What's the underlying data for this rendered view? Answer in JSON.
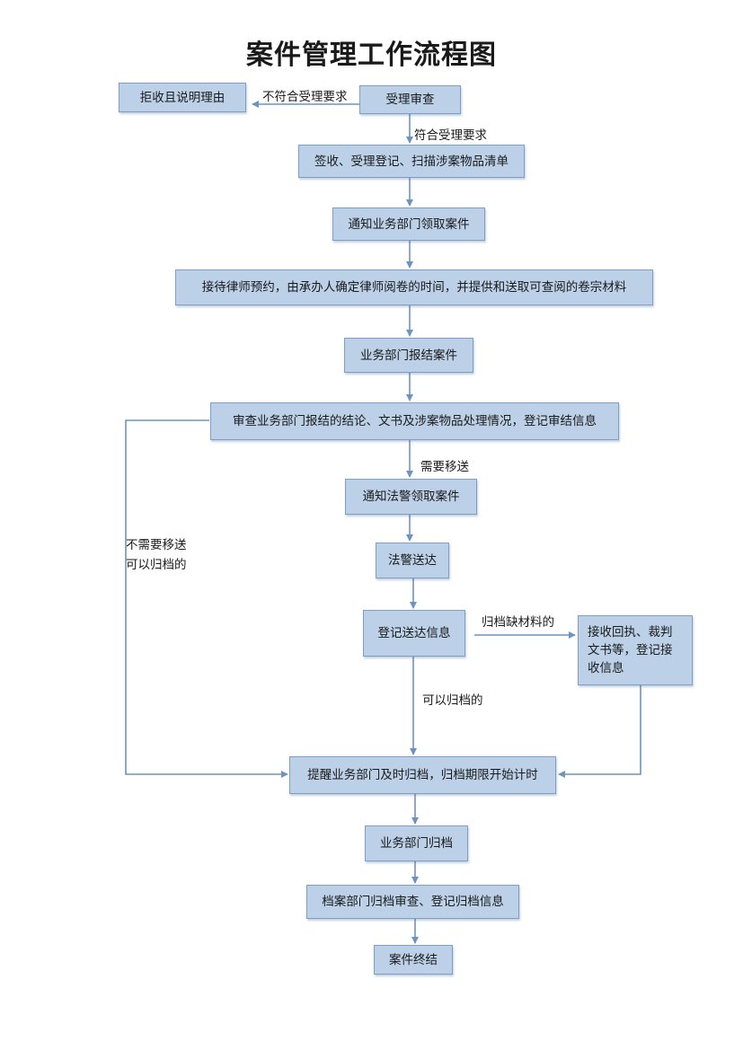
{
  "title": "案件管理工作流程图",
  "nodes": {
    "reject": "拒收且说明理由",
    "accept_review": "受理审查",
    "sign_register": "签收、受理登记、扫描涉案物品清单",
    "notify_dept": "通知业务部门领取案件",
    "lawyer_reception": "接待律师预约，由承办人确定律师阅卷的时间，并提供和送取可查阅的卷宗材料",
    "dept_report": "业务部门报结案件",
    "review_report": "审查业务部门报结的结论、文书及涉案物品处理情况，登记审结信息",
    "notify_police": "通知法警领取案件",
    "police_deliver": "法警送达",
    "register_delivery": "登记送达信息",
    "receive_receipt": "接收回执、裁判文书等，登记接收信息",
    "remind_archive": "提醒业务部门及时归档，归档期限开始计时",
    "dept_archive": "业务部门归档",
    "archive_review": "档案部门归档审查、登记归档信息",
    "case_closed": "案件终结"
  },
  "edge_labels": {
    "not_meet": "不符合受理要求",
    "meet": "符合受理要求",
    "need_transfer": "需要移送",
    "no_transfer_line1": "不需要移送",
    "no_transfer_line2": "可以归档的",
    "missing_materials": "归档缺材料的",
    "can_archive": "可以归档的"
  },
  "colors": {
    "box_fill": "#bcd0e8",
    "box_border": "#7d9fc7",
    "arrow": "#6f93bf"
  }
}
